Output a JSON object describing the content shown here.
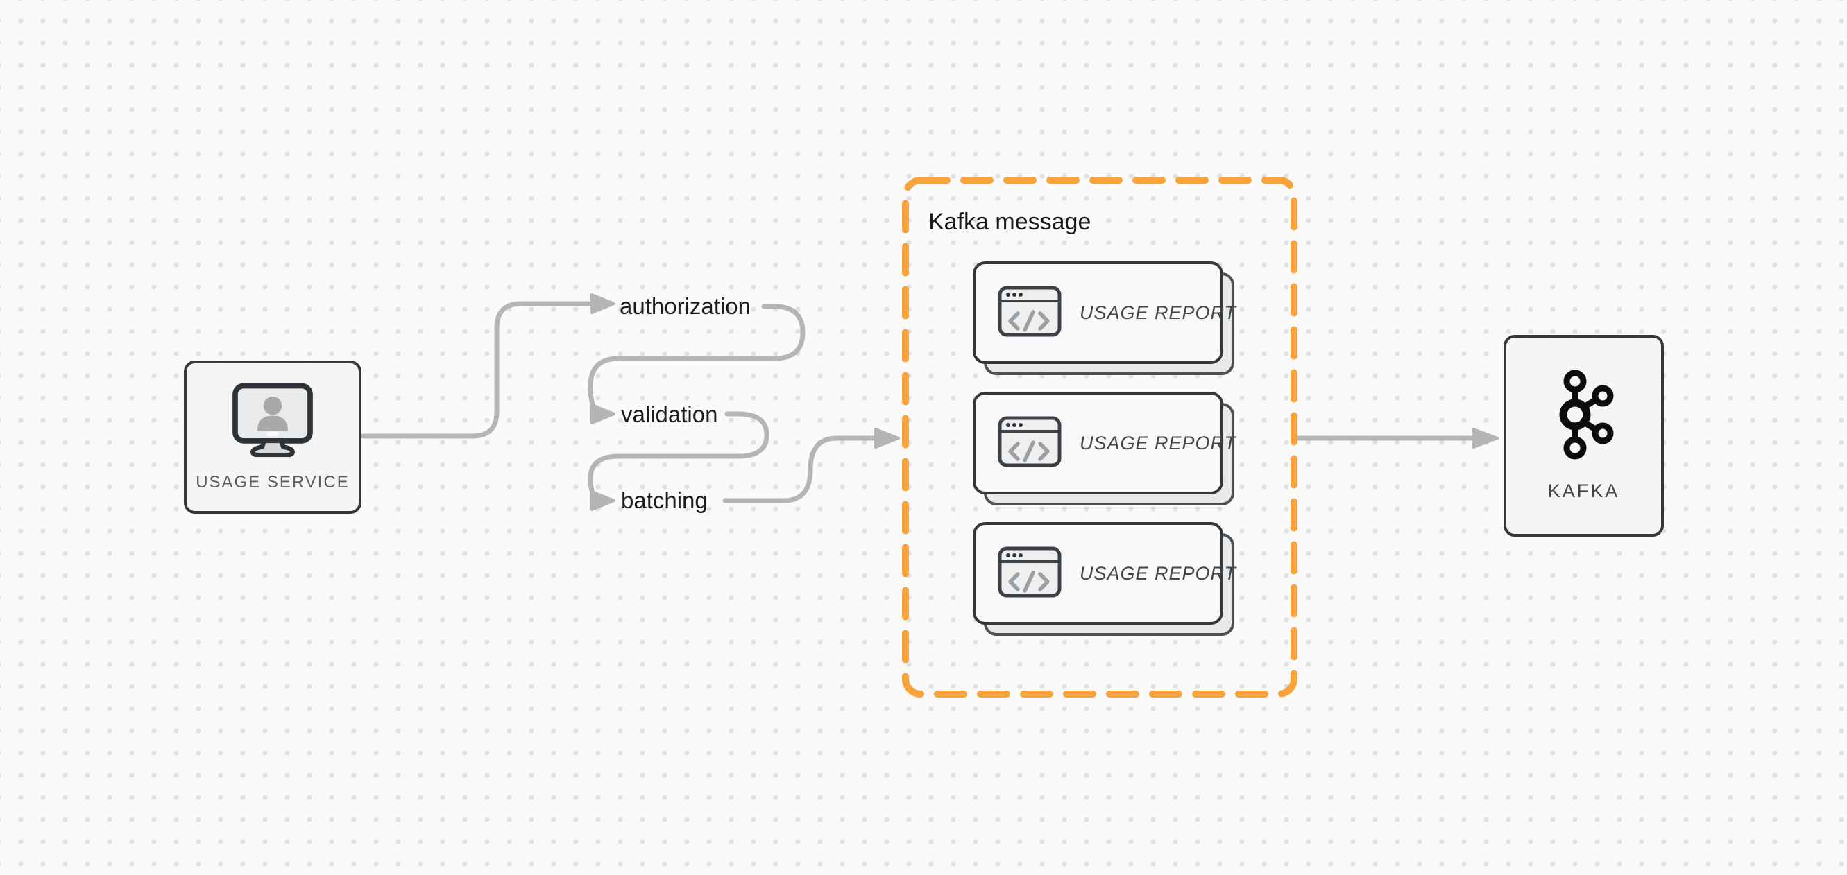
{
  "diagram": {
    "background": {
      "color": "#fafafa",
      "dot_color": "#dfdfdf"
    },
    "colors": {
      "connector_gray": "#b5b5b5",
      "node_border": "#33383c",
      "node_fill": "#f4f5f4",
      "group_border_orange": "#f8a33c",
      "card_fill": "#f7f8f7",
      "card_back_fill": "#e9e9e9",
      "label_dark": "#1c1c1e",
      "label_muted": "#595d60"
    },
    "source_node": {
      "label": "USAGE SERVICE",
      "icon": "monitor-user-icon"
    },
    "steps": [
      {
        "label": "authorization"
      },
      {
        "label": "validation"
      },
      {
        "label": "batching"
      }
    ],
    "group": {
      "title": "Kafka message",
      "card_icon": "code-window-icon",
      "cards": [
        {
          "label": "USAGE REPORT"
        },
        {
          "label": "USAGE REPORT"
        },
        {
          "label": "USAGE REPORT"
        }
      ]
    },
    "sink_node": {
      "label": "KAFKA",
      "icon": "kafka-logo-icon"
    }
  }
}
